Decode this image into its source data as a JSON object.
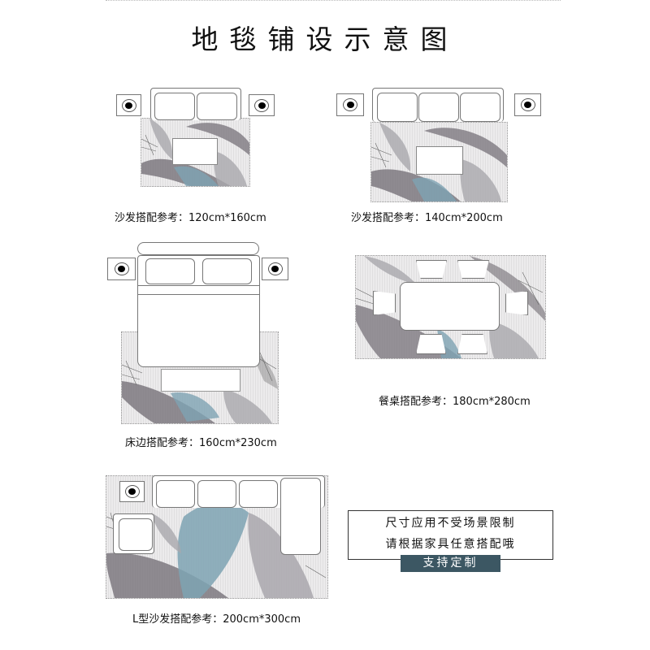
{
  "title": "地毯铺设示意图",
  "colors": {
    "rug_background": "#ecebec",
    "feather_gray_dark": "#6f6a72",
    "feather_gray_light": "#a9a7ad",
    "feather_blue": "#7ea3b3",
    "furniture_outline": "#777777",
    "button_background": "#3c5763",
    "button_text": "#ffffff"
  },
  "diagrams": [
    {
      "id": "sofa-small",
      "furniture": "2-seat sofa with two side tables and coffee table",
      "caption": "沙发搭配参考：120cm*160cm"
    },
    {
      "id": "sofa-large",
      "furniture": "3-seat sofa with two side tables and coffee table",
      "caption": "沙发搭配参考：140cm*200cm"
    },
    {
      "id": "bed",
      "furniture": "double bed with two nightstands and bench",
      "caption": "床边搭配参考：160cm*230cm"
    },
    {
      "id": "dining",
      "furniture": "dining table with six chairs",
      "caption": "餐桌搭配参考：180cm*280cm"
    },
    {
      "id": "l-sofa",
      "furniture": "L-shaped sofa with armchair and side table",
      "caption": "L型沙发搭配参考：200cm*300cm"
    }
  ],
  "note": {
    "line1": "尺寸应用不受场景限制",
    "line2": "请根据家具任意搭配哦",
    "button": "支持定制"
  }
}
